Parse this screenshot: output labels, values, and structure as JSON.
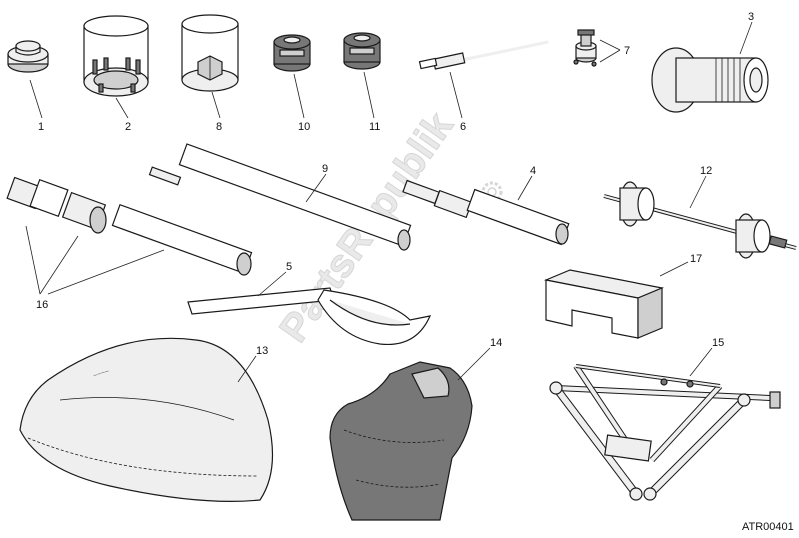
{
  "diagram": {
    "watermark": "PartsRepublik",
    "code": "ATR00401",
    "colors": {
      "line": "#1a1a1a",
      "light": "#efefef",
      "mid": "#cfcfcf",
      "dark": "#777777",
      "watermark": "#e0e0e0"
    },
    "parts": {
      "p1": "1",
      "p2": "2",
      "p3": "3",
      "p4": "4",
      "p5": "5",
      "p6": "6",
      "p7": "7",
      "p8": "8",
      "p9": "9",
      "p10": "10",
      "p11": "11",
      "p12": "12",
      "p13": "13",
      "p14": "14",
      "p15": "15",
      "p16": "16",
      "p17": "17"
    }
  }
}
